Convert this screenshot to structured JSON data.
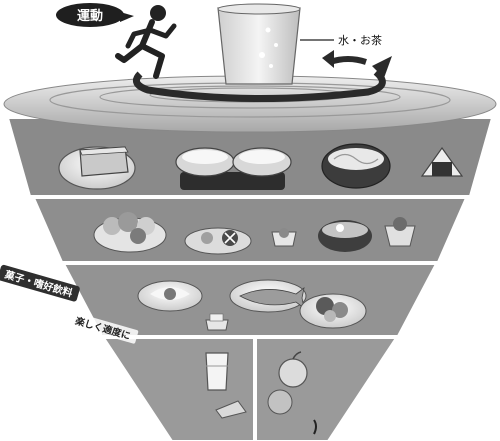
{
  "labels": {
    "exercise": "運動",
    "water_tea": "水・お茶",
    "snacks_line1": "菓子・嗜好飲料",
    "snacks_line2": "楽しく適度に"
  },
  "icons": {
    "runner": "running-person-icon",
    "drink": "water-glass-icon",
    "rotation": "rotation-arrow-icon"
  },
  "tiers": [
    {
      "name": "staple-dishes-tier",
      "foods": [
        "bread",
        "rice bowls",
        "noodles",
        "rice ball"
      ]
    },
    {
      "name": "side-dishes-tier",
      "foods": [
        "salad",
        "vegetable plate",
        "small dish",
        "soup",
        "vegetable bowl"
      ]
    },
    {
      "name": "main-dishes-tier",
      "foods": [
        "fried egg",
        "grilled fish",
        "tofu",
        "meat dish"
      ]
    },
    {
      "name": "milk-tier",
      "foods": [
        "glass of milk",
        "cheese"
      ]
    },
    {
      "name": "fruit-tier",
      "foods": [
        "apple",
        "orange"
      ]
    }
  ]
}
